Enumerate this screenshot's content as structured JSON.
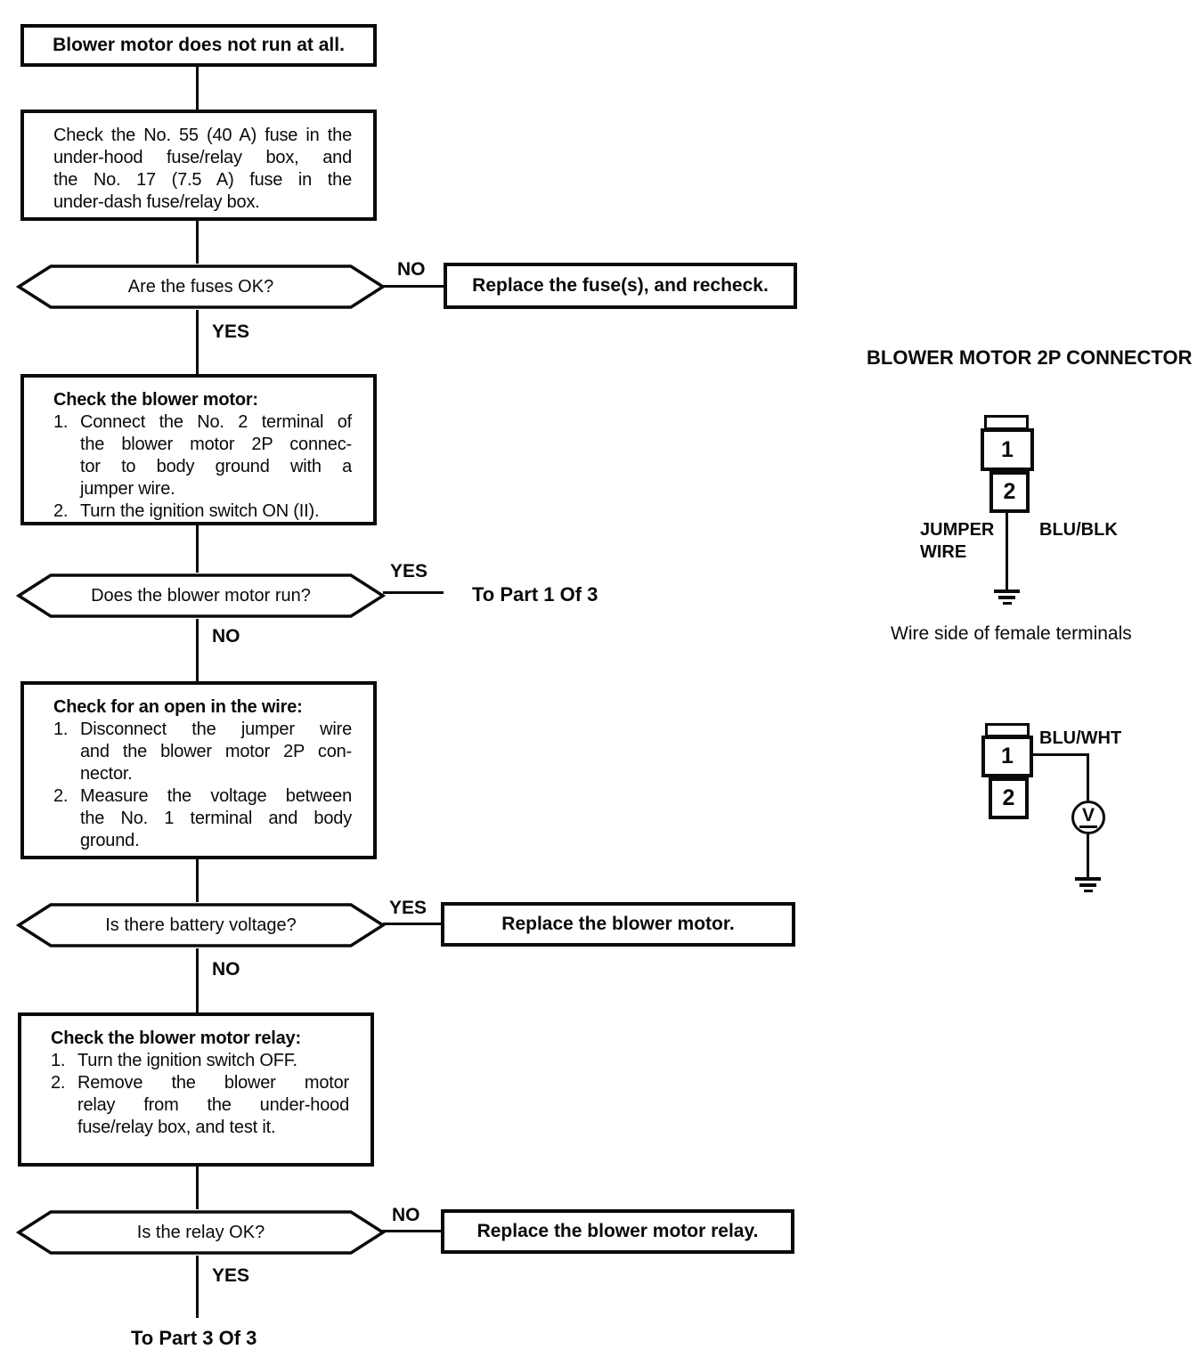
{
  "labels": {
    "yes": "YES",
    "no": "NO"
  },
  "flow": {
    "start": "Blower motor does not run at all.",
    "fuse_check": {
      "lines": [
        "Check the No. 55 (40 A) fuse in the",
        "under-hood fuse/relay box, and",
        "the No. 17 (7.5 A) fuse in the",
        "under-dash fuse/relay box."
      ]
    },
    "q_fuses": "Are the fuses OK?",
    "action_replace_fuses": "Replace the fuse(s), and recheck.",
    "motor_check": {
      "title": "Check the blower motor:",
      "items": [
        {
          "num": "1.",
          "lines": [
            "Connect the No. 2 terminal of",
            "the blower motor 2P connec-",
            "tor to body ground with a",
            "jumper wire."
          ]
        },
        {
          "num": "2.",
          "lines": [
            "Turn the ignition switch ON (II)."
          ]
        }
      ]
    },
    "q_motor_run": "Does the blower motor run?",
    "to_part1": "To Part 1 Of 3",
    "wire_check": {
      "title": "Check for an open in the wire:",
      "items": [
        {
          "num": "1.",
          "lines": [
            "Disconnect the jumper wire",
            "and the blower motor 2P con-",
            "nector."
          ]
        },
        {
          "num": "2.",
          "lines": [
            "Measure the voltage between",
            "the No. 1 terminal and body",
            "ground."
          ]
        }
      ]
    },
    "q_battery": "Is there battery voltage?",
    "action_replace_motor": "Replace the blower motor.",
    "relay_check": {
      "title": "Check the blower motor relay:",
      "items": [
        {
          "num": "1.",
          "lines": [
            "Turn the ignition switch OFF."
          ]
        },
        {
          "num": "2.",
          "lines": [
            "Remove the blower motor",
            "relay from the under-hood",
            "fuse/relay box, and test it."
          ]
        }
      ]
    },
    "q_relay": "Is the relay OK?",
    "action_replace_relay": "Replace the blower motor relay.",
    "to_part3": "To Part 3 Of 3"
  },
  "panel": {
    "title": "BLOWER MOTOR 2P CONNECTOR",
    "caption": "Wire side of female terminals",
    "d1": {
      "t1": "1",
      "t2": "2",
      "label_l1": "JUMPER",
      "label_l2": "WIRE",
      "wire": "BLU/BLK"
    },
    "d2": {
      "t1": "1",
      "t2": "2",
      "wire": "BLU/WHT",
      "meter": "V"
    }
  },
  "colors": {
    "ink": "#0a0a0a",
    "paper": "#ffffff"
  }
}
